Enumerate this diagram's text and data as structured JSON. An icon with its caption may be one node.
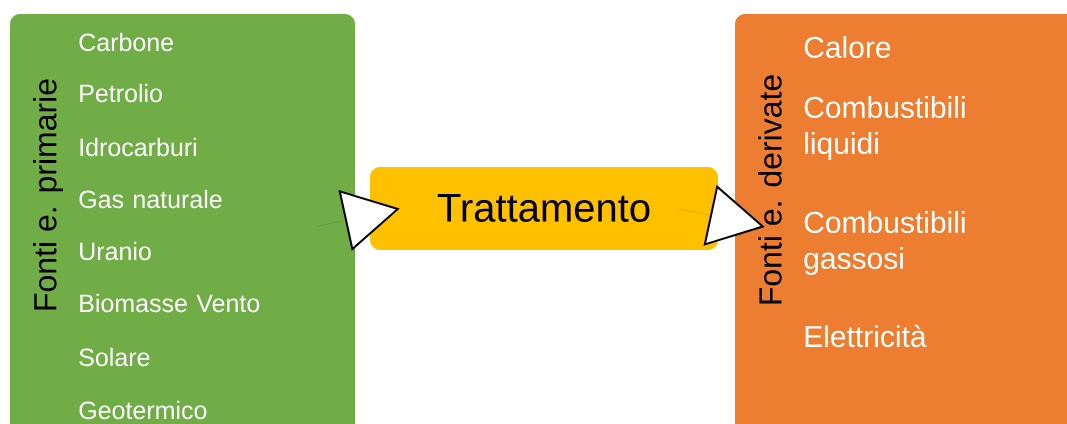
{
  "diagram": {
    "nodes": [
      {
        "text": [
          "Fonti e. primarie",
          "Carbone",
          "Petrolio",
          "Idrocarburi",
          "Gas naturale",
          "Uranio",
          "Biomasse Vento",
          "Solare",
          "Geotermico"
        ]
      },
      {
        "text": [
          "Trattamento"
        ]
      },
      {
        "text": [
          "Fonti e. derivate",
          "Calore",
          "Combustibili liquidi",
          "Combustibili gassosi",
          "Elettricità"
        ]
      }
    ],
    "edges": [
      {
        "from": 0,
        "to": 1,
        "arrow": "to"
      },
      {
        "from": 1,
        "to": 2,
        "arrow": "to"
      }
    ]
  }
}
